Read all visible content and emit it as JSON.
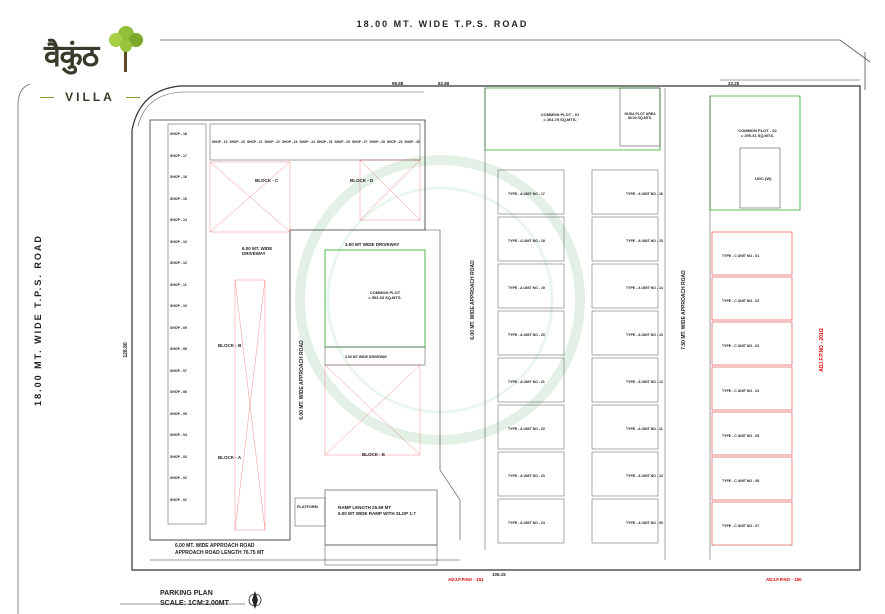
{
  "logo": {
    "name": "वैकुंठ",
    "sub": "VILLA",
    "tree_icon": "tree-icon"
  },
  "roads": {
    "top": "18.00   MT.   WIDE   T.P.S. ROAD",
    "left": "18.00   MT.   WIDE   T.P.S. ROAD",
    "approach_mid": "6.00 MT. WIDE APPROACH ROAD",
    "approach_right": "6.00 MT. WIDE APPROACH ROAD",
    "approach_far": "7.50 MT. WIDE APPROACH ROAD",
    "approach_bottom": "6.00 MT. WIDE APPROACH ROAD",
    "approach_bottom_len": "APPROACH ROAD LENGTH 76.75 MT"
  },
  "driveways": {
    "left": "6.00 MT. WIDE DRIVEWAY",
    "mid": "3.00 MT WIDE DRIVEWAY",
    "small": "3.00 MT WIDE DRIVEWAY"
  },
  "common_plot": {
    "label": "COMMON PLOT",
    "area": "= 553.03 SQ.MTS."
  },
  "common_plot_01": {
    "label": "COMMON PLOT - 01",
    "area": "= 264.75 SQ.MTS."
  },
  "common_plot_02": {
    "label": "COMMON PLOT - 02",
    "area": "= 290.31 SQ.MTS."
  },
  "guda_plot": {
    "label": "GUDA PLOT AREA",
    "area": "80.00 SQ.MTS."
  },
  "ugc": "UGC.(W)",
  "shops_top": [
    "SHOP - 19",
    "SHOP - 20",
    "SHOP - 21",
    "SHOP - 22",
    "SHOP - 23",
    "SHOP - 24",
    "SHOP - 25",
    "SHOP - 26",
    "SHOP - 27",
    "SHOP - 28",
    "SHOP - 29",
    "SHOP - 30"
  ],
  "shops_left": [
    "SHOP - 18",
    "SHOP - 17",
    "SHOP - 16",
    "SHOP - 15",
    "SHOP - 14",
    "SHOP - 13",
    "SHOP - 12",
    "SHOP - 11",
    "SHOP - 10",
    "SHOP - 09",
    "SHOP - 08",
    "SHOP - 07",
    "SHOP - 06",
    "SHOP - 05",
    "SHOP - 04",
    "SHOP - 03",
    "SHOP - 02",
    "SHOP - 01"
  ],
  "blocks": {
    "c": "BLOCK - C",
    "d": "BLOCK - D",
    "b": "BLOCK - B",
    "a": "BLOCK - A",
    "e": "BLOCK - E"
  },
  "units_col1": [
    "TYPE - A UNIT NO - 17",
    "TYPE - A UNIT NO - 18",
    "TYPE - A UNIT NO - 19",
    "TYPE - A UNIT NO - 20",
    "TYPE - A UNIT NO - 21",
    "TYPE - A UNIT NO - 22",
    "TYPE - A UNIT NO - 23",
    "TYPE - A UNIT NO - 24"
  ],
  "units_col2": [
    "TYPE - A UNIT NO - 16",
    "TYPE - A UNIT NO - 15",
    "TYPE - A UNIT NO - 14",
    "TYPE - A UNIT NO - 13",
    "TYPE - A UNIT NO - 12",
    "TYPE - A UNIT NO - 11",
    "TYPE - A UNIT NO - 10",
    "TYPE - A UNIT NO - 09"
  ],
  "units_col3": [
    "TYPE - C UNIT NO - 01",
    "TYPE - C UNIT NO - 02",
    "TYPE - C UNIT NO - 03",
    "TYPE - C UNIT NO - 04",
    "TYPE - C UNIT NO - 05",
    "TYPE - C UNIT NO - 06",
    "TYPE - C UNIT NO - 07"
  ],
  "ramp": {
    "line1": "RAMP LENGTH 25.69 MT",
    "line2": "6.00 MT WIDE RAMP WITH SLOP 1:7"
  },
  "platform": "PLATFORM",
  "fp": {
    "a": "ADJ.F.P.NO - 151",
    "b": "ADJ.F.P.NO - 150",
    "c": "ADJ.F.P.NO - 201/2"
  },
  "dims": {
    "top1": "98.88",
    "top2": "82.88",
    "top3": "22.25",
    "left": "128.80",
    "bottom": "105.15"
  },
  "plan": {
    "title": "PARKING PLAN",
    "scale": "SCALE: 1CM:2.00MT"
  }
}
